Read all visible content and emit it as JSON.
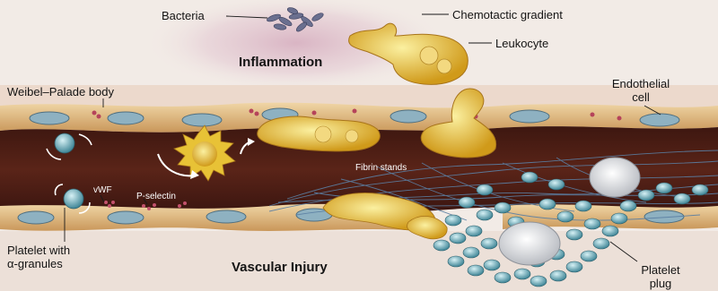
{
  "labels": {
    "bacteria": "Bacteria",
    "chemotactic_gradient": "Chemotactic gradient",
    "leukocyte": "Leukocyte",
    "inflammation": "Inflammation",
    "weibel_palade": "Weibel–Palade body",
    "endothelial_line1": "Endothelial",
    "endothelial_line2": "cell",
    "fibrin_strands": "Fibrin stands",
    "vwf": "vWF",
    "p_selectin": "P-selectin",
    "platelet_line1": "Platelet with",
    "platelet_line2": "α-granules",
    "vascular_injury": "Vascular Injury",
    "platelet_plug_line1": "Platelet",
    "platelet_plug_line2": "plug"
  },
  "colors": {
    "background": "#f2ebe6",
    "inflammation_glow": "#d9b9c6",
    "vessel_lumen": "#4a1c14",
    "endothelium": "#e8c48e",
    "leukocyte": "#e9c22c",
    "platelet": "#7fb9c6",
    "fibrin": "#5a7fa0"
  }
}
